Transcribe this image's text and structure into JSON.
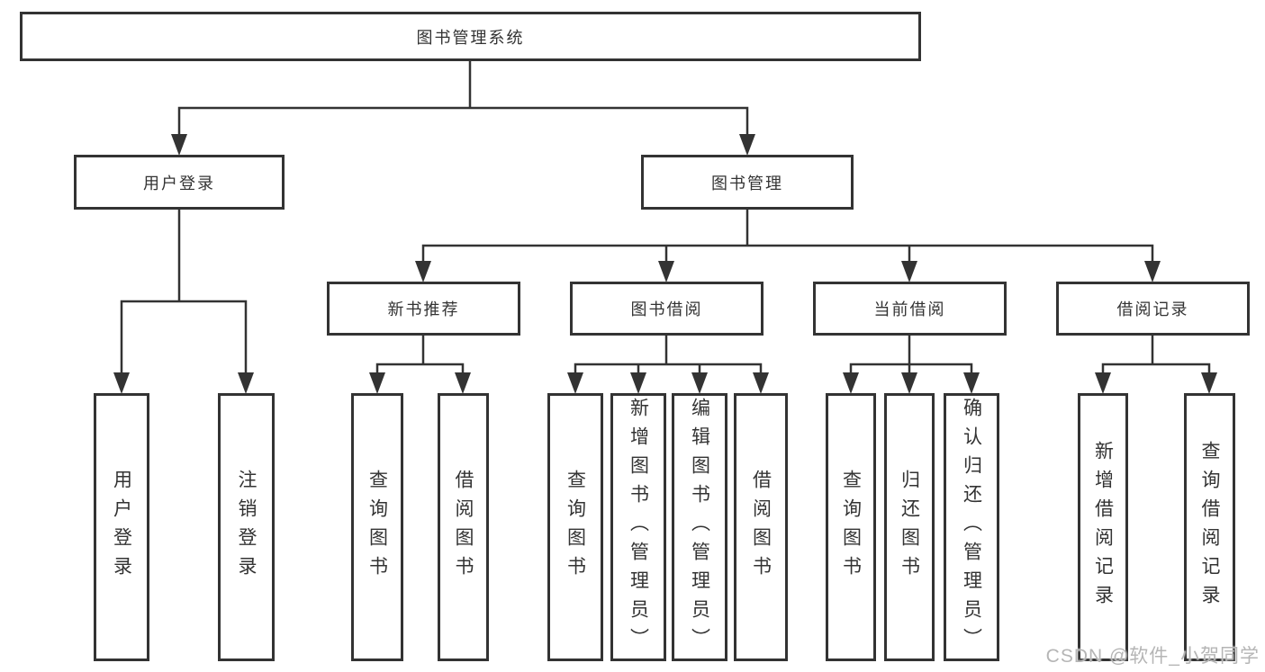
{
  "tree": {
    "label": "图书管理系统",
    "children": [
      {
        "label": "用户登录",
        "children": [
          {
            "label": "用户登录"
          },
          {
            "label": "注销登录"
          }
        ]
      },
      {
        "label": "图书管理",
        "children": [
          {
            "label": "新书推荐",
            "children": [
              {
                "label": "查询图书"
              },
              {
                "label": "借阅图书"
              }
            ]
          },
          {
            "label": "图书借阅",
            "children": [
              {
                "label": "查询图书"
              },
              {
                "label": "新增图书（管理员）"
              },
              {
                "label": "编辑图书（管理员）"
              },
              {
                "label": "借阅图书"
              }
            ]
          },
          {
            "label": "当前借阅",
            "children": [
              {
                "label": "查询图书"
              },
              {
                "label": "归还图书"
              },
              {
                "label": "确认归还（管理员）"
              }
            ]
          },
          {
            "label": "借阅记录",
            "children": [
              {
                "label": "新增借阅记录"
              },
              {
                "label": "查询借阅记录"
              }
            ]
          }
        ]
      }
    ]
  },
  "watermark": {
    "text": "CSDN @软件_小贺同学"
  },
  "colors": {
    "line": "#333333",
    "box_border": "#333333",
    "text": "#333333",
    "watermark_text": "#b5b5b5",
    "background": "#ffffff"
  }
}
